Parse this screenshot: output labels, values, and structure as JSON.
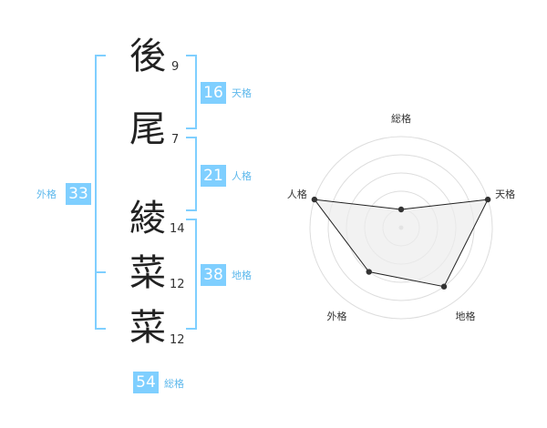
{
  "name_chars": [
    {
      "char": "後",
      "strokes": "9"
    },
    {
      "char": "尾",
      "strokes": "7"
    },
    {
      "char": "綾",
      "strokes": "14"
    },
    {
      "char": "菜",
      "strokes": "12"
    },
    {
      "char": "菜",
      "strokes": "12"
    }
  ],
  "fortunes": {
    "tenkaku": {
      "label": "天格",
      "value": "16"
    },
    "jinkaku": {
      "label": "人格",
      "value": "21"
    },
    "chikaku": {
      "label": "地格",
      "value": "38"
    },
    "gaikaku": {
      "label": "外格",
      "value": "33"
    },
    "soukaku": {
      "label": "総格",
      "value": "54"
    }
  },
  "colors": {
    "accent": "#7fcfff",
    "label": "#5db8ec",
    "text": "#222222"
  },
  "chart_data": {
    "type": "radar",
    "axes": [
      "総格",
      "天格",
      "地格",
      "外格",
      "人格"
    ],
    "values": [
      1,
      5,
      4,
      3,
      5
    ],
    "max": 5,
    "rings": 5,
    "fill": "#ececec",
    "stroke": "#222222"
  }
}
